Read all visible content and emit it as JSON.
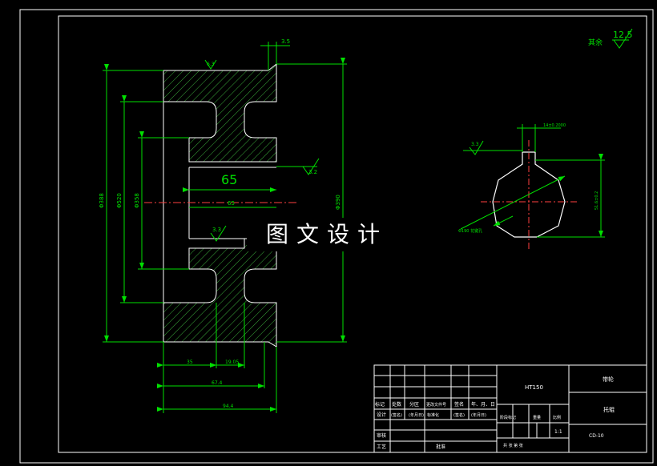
{
  "drawing": {
    "roughness_label": "其余",
    "roughness_value": "12.5",
    "watermark": "图文设计"
  },
  "section_view": {
    "dims": {
      "top_small": "3.5",
      "top_angle": "6.3",
      "bore_large": "65",
      "bore_small": "65",
      "hub_right": "3.2",
      "hub_lower": "3.3",
      "dia_outer": "Φ388",
      "dia_mid": "Φ520",
      "dia_hub": "Φ358",
      "dia_right": "Φ390",
      "bot1": "35",
      "bot2": "19.05",
      "bot3": "67.4",
      "bot4": "94.4"
    }
  },
  "side_view": {
    "dims": {
      "top": "14±0.2000",
      "left": "3.3",
      "right": "51.6±0.2",
      "diag": "Φ190 花键孔"
    }
  },
  "title_block": {
    "material": "HT150",
    "part_name": "带轮",
    "drawing_name": "托辊",
    "drawing_no": "CD-10",
    "scale": "1:1",
    "row_labels": [
      "标记",
      "处数",
      "分区",
      "更改文件号",
      "签名",
      "年、月、日"
    ],
    "design_row": [
      "设计",
      "(签名)",
      "(年月日)",
      "标准化",
      "(签名)",
      "(年月日)"
    ],
    "stage_headers": [
      "阶段标记",
      "重量",
      "比例"
    ],
    "review_label": "审核",
    "process_label": "工艺",
    "approve_label": "批准",
    "sheet_label": "共  张  第  张"
  }
}
